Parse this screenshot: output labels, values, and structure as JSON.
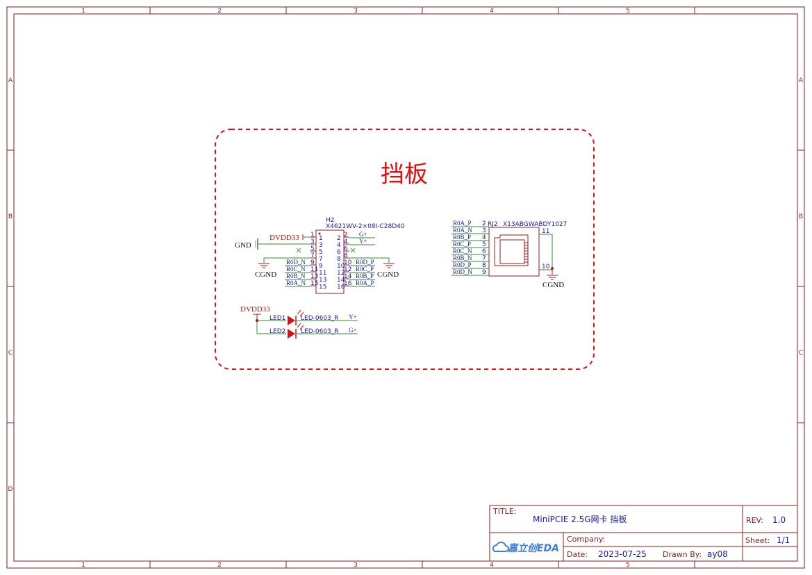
{
  "frame": {
    "col_labels": [
      "1",
      "2",
      "3",
      "4",
      "5"
    ],
    "row_labels": [
      "A",
      "B",
      "C",
      "D"
    ]
  },
  "block": {
    "title": "挡板",
    "border_color": "#e01010"
  },
  "h2": {
    "designator": "H2",
    "part": "X4621WV-2×08I-C28D40",
    "left_pins": [
      "1",
      "3",
      "5",
      "7",
      "9",
      "11",
      "13",
      "15"
    ],
    "right_pins": [
      "2",
      "4",
      "6",
      "8",
      "10",
      "12",
      "14",
      "16"
    ],
    "left_outer_pins": [
      "1",
      "3",
      "5",
      "7",
      "9",
      "11",
      "13",
      "15"
    ],
    "right_outer_pins": [
      "2",
      "4",
      "6",
      "8",
      "10",
      "12",
      "14",
      "16"
    ],
    "left_nets": [
      "",
      "",
      "",
      "",
      "R0D_N",
      "R0C_N",
      "R0B_N",
      "R0A_N"
    ],
    "right_nets": [
      "G+",
      "Y+",
      "",
      "",
      "R0D_P",
      "R0C_P",
      "R0B_P",
      "R0A_P"
    ],
    "power_net": "DVDD33",
    "gnd_net": "GND",
    "cgnd_left": "CGND",
    "cgnd_right": "CGND"
  },
  "rj2": {
    "designator": "RJ2",
    "part": "X13ABGWABDY1027",
    "pins": [
      "2",
      "3",
      "4",
      "5",
      "6",
      "7",
      "8",
      "9"
    ],
    "nets": [
      "R0A_P",
      "R0A_N",
      "R0B_P",
      "R0C_P",
      "R0C_N",
      "R0B_N",
      "R0D_P",
      "R0D_N"
    ],
    "shield_pins": [
      "11",
      "10"
    ],
    "cgnd": "CGND"
  },
  "leds": {
    "power_net": "DVDD33",
    "items": [
      {
        "designator": "LED1",
        "part": "LED-0603_R",
        "net": "Y+"
      },
      {
        "designator": "LED2",
        "part": "LED-0603_R",
        "net": "G+"
      }
    ]
  },
  "title_block": {
    "title_label": "TITLE:",
    "title": "MiniPCIE 2.5G网卡 挡板",
    "rev_label": "REV:",
    "rev": "1.0",
    "company_label": "Company:",
    "company": "",
    "sheet_label": "Sheet:",
    "sheet": "1/1",
    "date_label": "Date:",
    "date": "2023-07-25",
    "drawn_label": "Drawn By:",
    "drawn_by": "ay08",
    "logo_text": "嘉立创EDA"
  }
}
